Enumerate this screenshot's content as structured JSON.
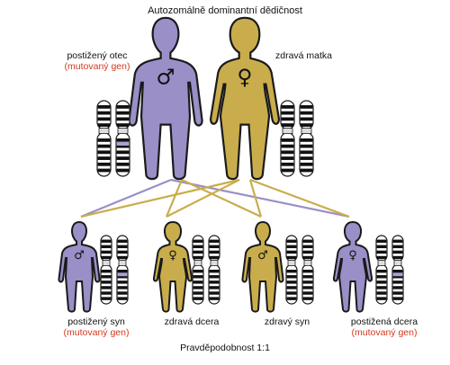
{
  "title": "Autozomálně dominantní dědičnost",
  "parents": {
    "father": {
      "label": "postižený otec",
      "note": "(mutovaný gen)",
      "sex_symbol": "♂",
      "status": "affected"
    },
    "mother": {
      "label": "zdravá matka",
      "sex_symbol": "♀",
      "status": "healthy"
    }
  },
  "children": [
    {
      "label": "postižený syn",
      "note": "(mutovaný gen)",
      "sex_symbol": "♂",
      "status": "affected"
    },
    {
      "label": "zdravá dcera",
      "sex_symbol": "♀",
      "status": "healthy"
    },
    {
      "label": "zdravý syn",
      "sex_symbol": "♂",
      "status": "healthy"
    },
    {
      "label": "postižená dcera",
      "note": "(mutovaný gen)",
      "sex_symbol": "♀",
      "status": "affected"
    }
  ],
  "footer": "Pravděpodobnost 1:1",
  "colors": {
    "affected": "#9a8fc7",
    "healthy": "#c9ad4c",
    "outline": "#1a1a1a",
    "mutation": "#a9a0d2",
    "note": "#d4381c"
  },
  "icons": [
    "male-symbol-icon",
    "female-symbol-icon",
    "chromosome-icon"
  ]
}
